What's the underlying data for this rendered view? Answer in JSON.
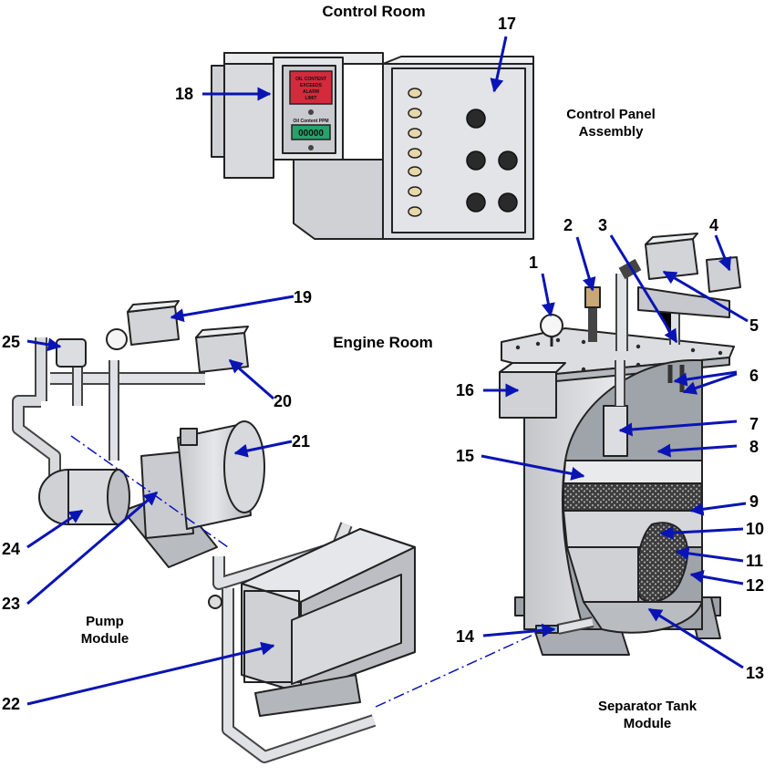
{
  "sections": {
    "control_room": "Control Room",
    "engine_room": "Engine Room",
    "control_panel": [
      "Control Panel",
      "Assembly"
    ],
    "pump_module": [
      "Pump",
      "Module"
    ],
    "separator_module": [
      "Separator Tank",
      "Module"
    ]
  },
  "display": {
    "alarm": [
      "OIL CONTENT",
      "EXCEEDS",
      "ALARM",
      "LIMIT"
    ],
    "ppm_label": "Oil Content PPM",
    "ppm_value": "00000"
  },
  "callouts": [
    "1",
    "2",
    "3",
    "4",
    "5",
    "6",
    "7",
    "8",
    "9",
    "10",
    "11",
    "12",
    "13",
    "14",
    "15",
    "16",
    "17",
    "18",
    "19",
    "20",
    "21",
    "22",
    "23",
    "24",
    "25"
  ],
  "colors": {
    "arrow": "#0a14b4",
    "metal": "#d4d6da",
    "metal_dark": "#8f939a",
    "alarm_red": "#d42a3c",
    "display_green": "#26a26a",
    "filter": "#4a4a4a"
  }
}
